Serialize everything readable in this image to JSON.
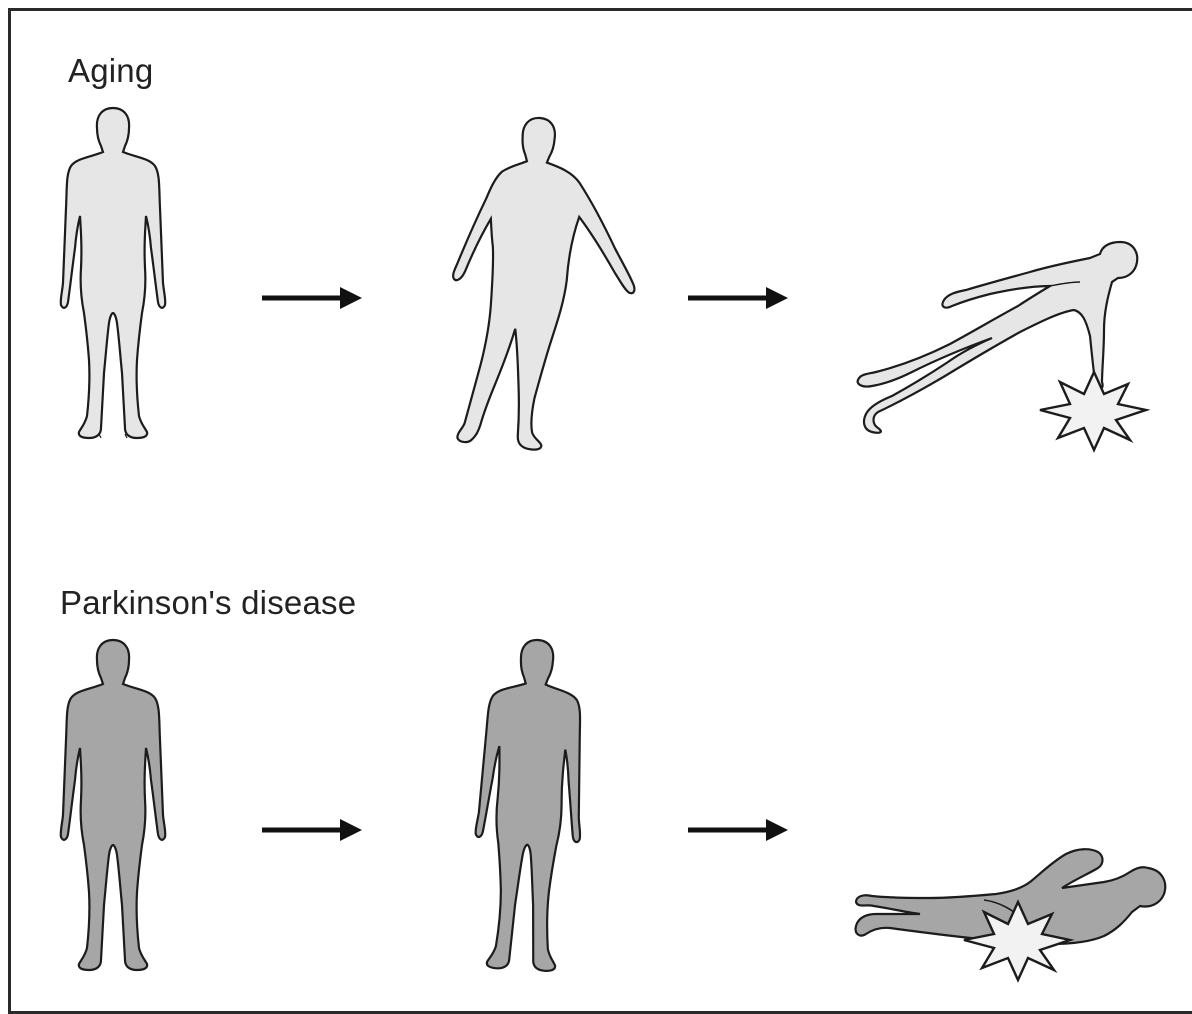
{
  "rows": [
    {
      "label": "Aging",
      "stages": [
        "standing",
        "tilting",
        "fallen-on-hand"
      ],
      "figure_color": "#e6e6e6"
    },
    {
      "label": "Parkinson's disease",
      "stages": [
        "standing",
        "leaning",
        "fallen-on-hip"
      ],
      "figure_color": "#a6a6a6"
    }
  ],
  "colors": {
    "outline": "#1c1c1c",
    "impact_fill": "#f2f2f2",
    "arrow": "#111111"
  }
}
